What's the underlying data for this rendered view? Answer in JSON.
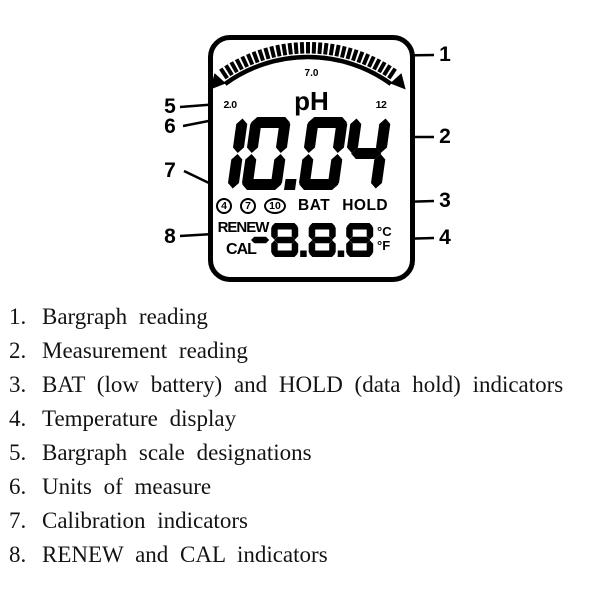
{
  "display": {
    "bargraph": {
      "tick_count": 31,
      "apex_label": "7.0",
      "scale_left": "2.0",
      "scale_right": "12"
    },
    "unit": "pH",
    "main_reading": "10.04",
    "calibration_indicators": [
      "4",
      "7",
      "10"
    ],
    "bat": "BAT",
    "hold": "HOLD",
    "renew": "RENEW",
    "cal": "CAL",
    "temperature_reading": "-8.8.8",
    "celsius": "°C",
    "fahrenheit": "°F"
  },
  "callouts": [
    "1",
    "2",
    "3",
    "4",
    "5",
    "6",
    "7",
    "8"
  ],
  "legend": {
    "items": [
      {
        "num": "1.",
        "label": "Bargraph reading"
      },
      {
        "num": "2.",
        "label": "Measurement reading"
      },
      {
        "num": "3.",
        "label": "BAT (low battery) and HOLD (data hold) indicators"
      },
      {
        "num": "4.",
        "label": "Temperature display"
      },
      {
        "num": "5.",
        "label": "Bargraph scale designations"
      },
      {
        "num": "6.",
        "label": "Units of measure"
      },
      {
        "num": "7.",
        "label": "Calibration indicators"
      },
      {
        "num": "8.",
        "label": "RENEW and CAL indicators"
      }
    ]
  },
  "colors": {
    "ink": "#000000",
    "paper": "#ffffff"
  }
}
